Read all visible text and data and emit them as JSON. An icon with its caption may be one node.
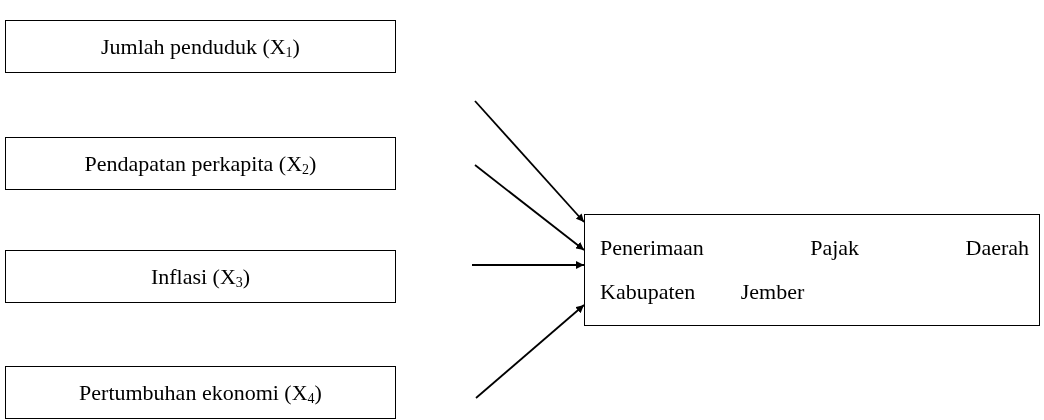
{
  "diagram": {
    "nodes": [
      {
        "text": [
          "Jumlah penduduk (X$_{1}$)"
        ]
      },
      {
        "text": [
          "Pendapatan perkapita (X$_{2}$)"
        ]
      },
      {
        "text": [
          "Inflasi (X$_{3}$)"
        ]
      },
      {
        "text": [
          "Pertumbuhan ekonomi (X$_{4}$)"
        ]
      },
      {
        "text": [
          "Penerimaan Pajak Daerah Kabupaten Jember"
        ]
      }
    ],
    "edges": [
      {
        "from": null,
        "to": 4,
        "arrow": "to"
      },
      {
        "from": null,
        "to": 4,
        "arrow": "to"
      },
      {
        "from": null,
        "to": 4,
        "arrow": "to"
      },
      {
        "from": null,
        "to": 4,
        "arrow": "to"
      }
    ]
  }
}
